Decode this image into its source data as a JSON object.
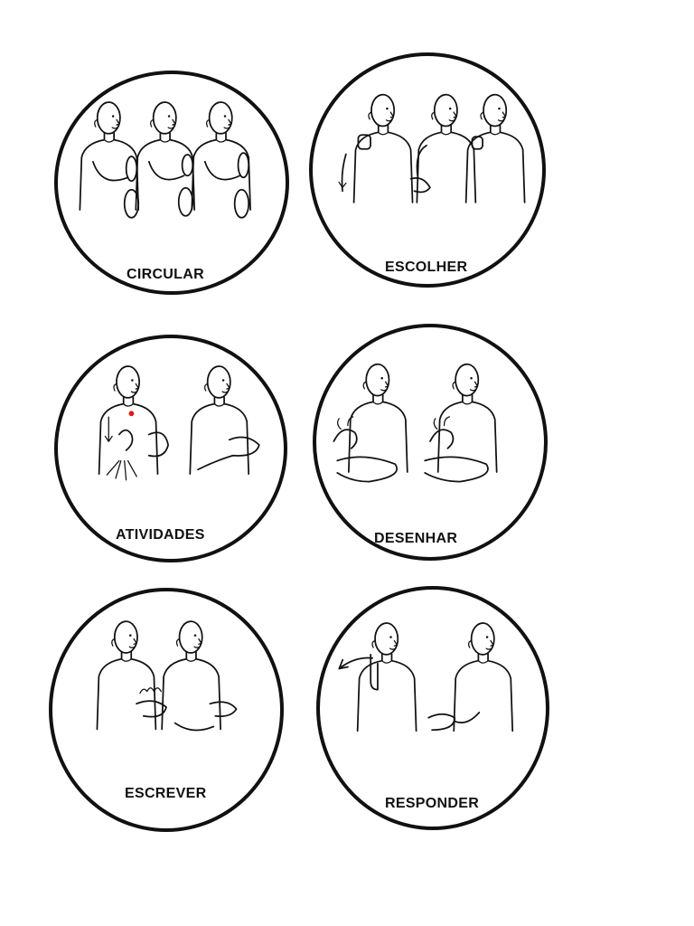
{
  "cards": [
    {
      "label": "CIRCULAR"
    },
    {
      "label": "ESCOLHER"
    },
    {
      "label": "ATIVIDADES"
    },
    {
      "label": "DESENHAR"
    },
    {
      "label": "ESCREVER"
    },
    {
      "label": "RESPONDER"
    }
  ],
  "colors": {
    "ink": "#111111",
    "accent": "#e21b1b",
    "background": "#ffffff"
  }
}
